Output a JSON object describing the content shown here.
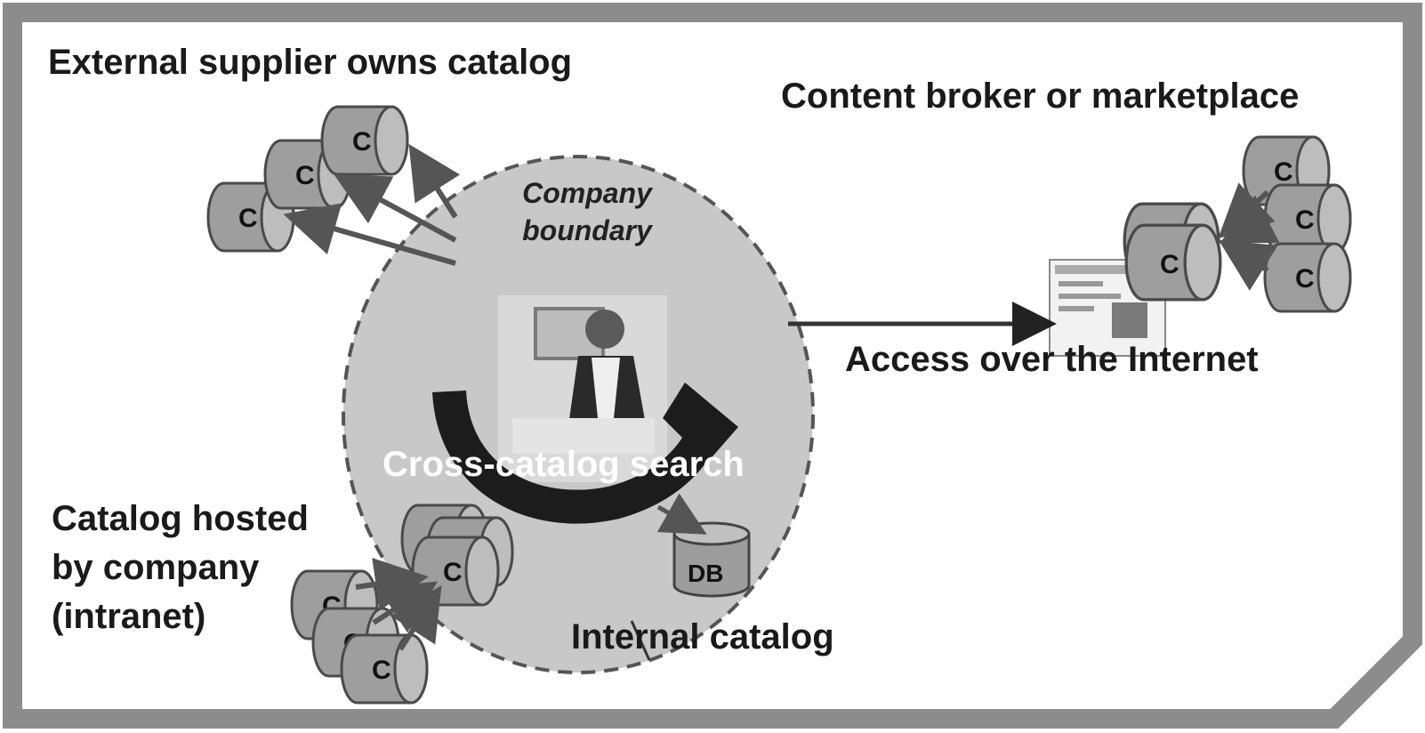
{
  "labels": {
    "external_supplier": "External supplier owns catalog",
    "content_broker": "Content broker or marketplace",
    "access_internet": "Access over the Internet",
    "company_boundary": "Company boundary",
    "cross_catalog_search": "Cross-catalog search",
    "catalog_hosted": "Catalog hosted by company (intranet)",
    "internal_catalog": "Internal catalog"
  },
  "catalog_letter": "C",
  "db_letter": "DB",
  "colors": {
    "frame": "#8a8a8a",
    "circle_fill": "#c9c9c9",
    "cylinder_fill": "#9d9d9d",
    "arrow": "#555555",
    "dark_arrow": "#1e1e1e"
  }
}
